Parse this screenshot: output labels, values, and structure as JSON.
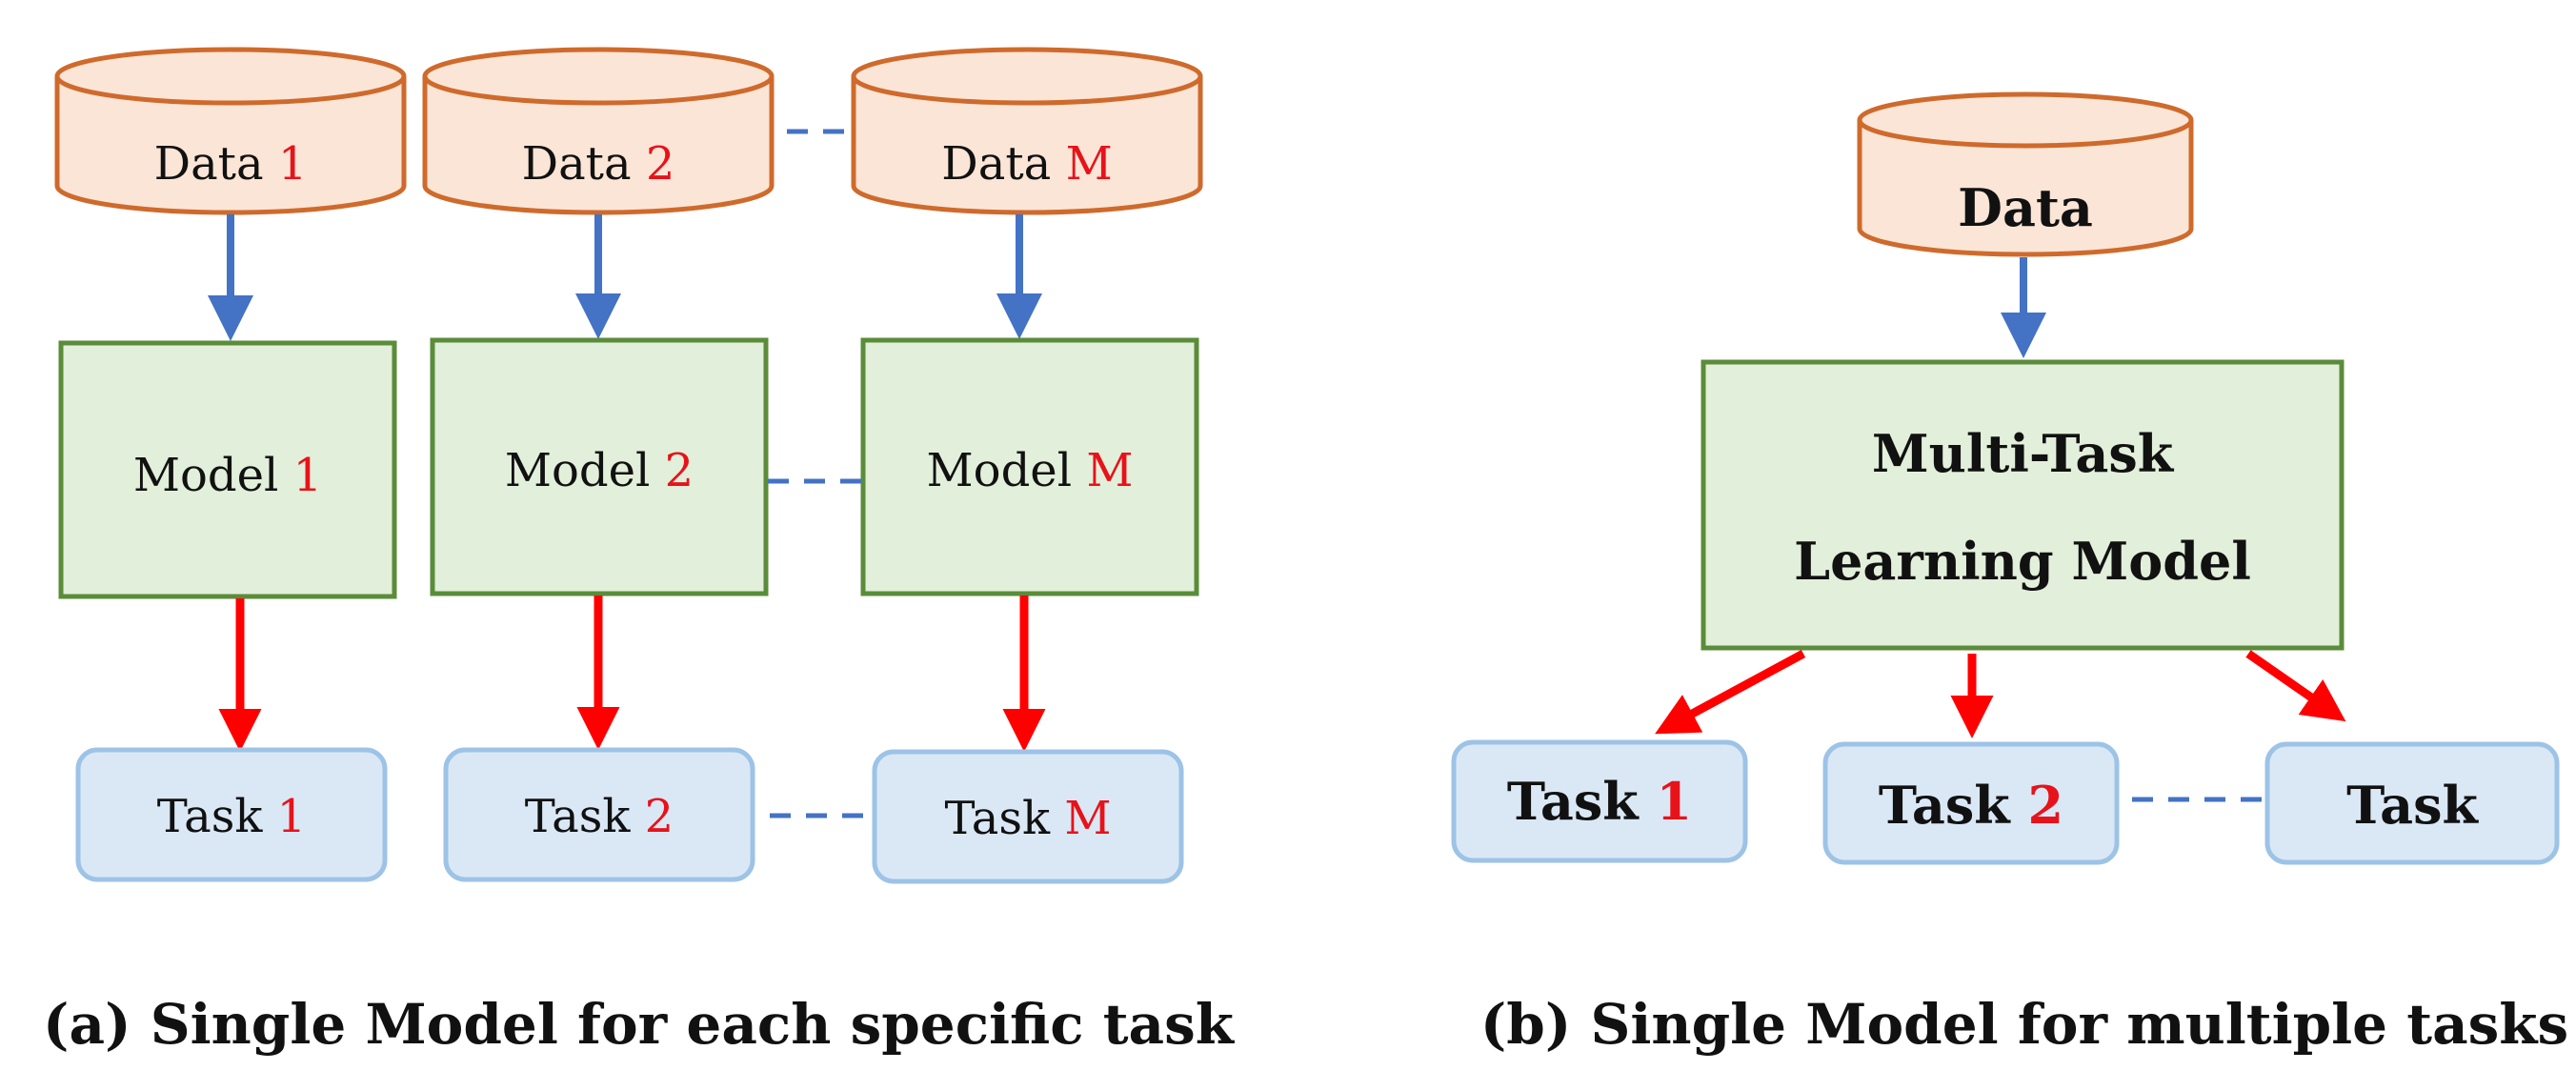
{
  "colors": {
    "db_fill": "#fbe5d6",
    "db_stroke": "#cf6a2c",
    "model_fill": "#e2efda",
    "model_stroke": "#5b8c3a",
    "task_fill": "#dae8f6",
    "task_stroke": "#9dc3e6",
    "input_arrow": "#4472c4",
    "output_arrow": "#ff0000",
    "dashed_link": "#4472c4",
    "number_text": "#e8121a"
  },
  "panel_a": {
    "caption": "(a) Single Model for each specific task",
    "data": [
      {
        "label": "Data",
        "num": "1"
      },
      {
        "label": "Data",
        "num": "2"
      },
      {
        "label": "Data",
        "num": "M"
      }
    ],
    "models": [
      {
        "label": "Model",
        "num": "1"
      },
      {
        "label": "Model",
        "num": "2"
      },
      {
        "label": "Model",
        "num": "M"
      }
    ],
    "tasks": [
      {
        "label": "Task",
        "num": "1"
      },
      {
        "label": "Task",
        "num": "2"
      },
      {
        "label": "Task",
        "num": "M"
      }
    ]
  },
  "panel_b": {
    "caption": "(b) Single Model for multiple tasks",
    "data_label": "Data",
    "model_line1": "Multi-Task",
    "model_line2": "Learning Model",
    "tasks": [
      {
        "label": "Task",
        "num": "1"
      },
      {
        "label": "Task",
        "num": "2"
      },
      {
        "label": "Task",
        "num": ""
      }
    ]
  }
}
